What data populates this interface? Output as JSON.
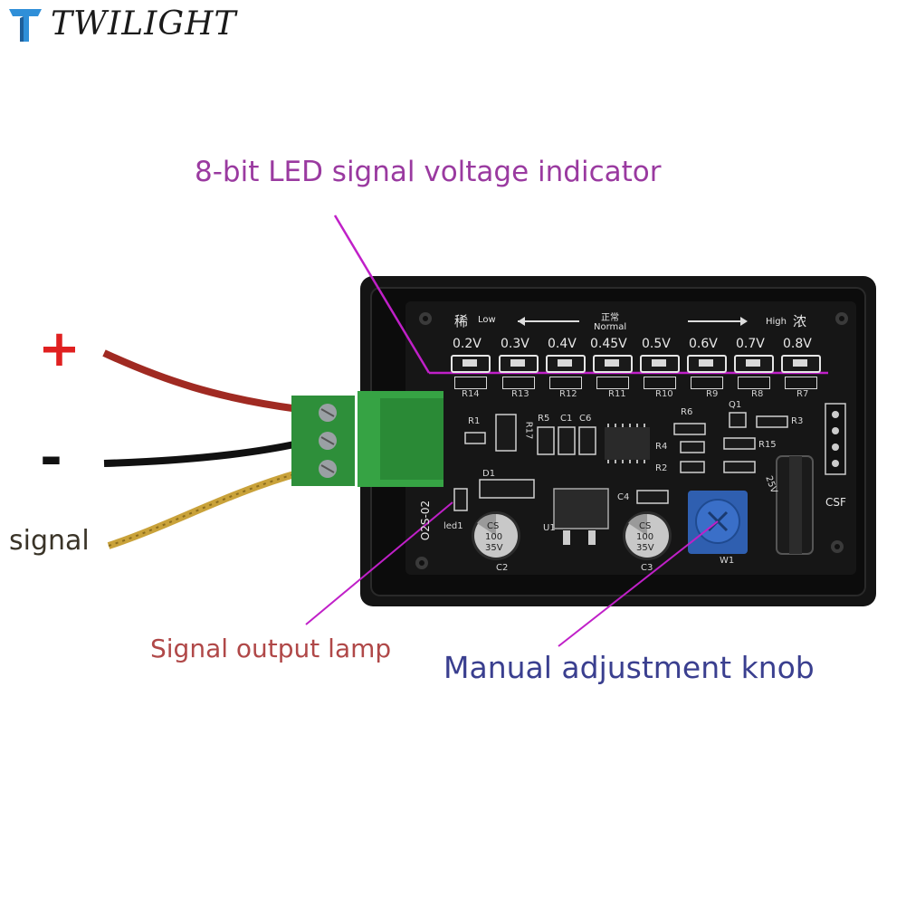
{
  "brand": {
    "name": "TWILIGHT",
    "logo_icon": "letter-t-logo-icon"
  },
  "callouts": {
    "led_indicator": "8-bit LED signal voltage indicator",
    "output_lamp": "Signal output lamp",
    "adjust_knob": "Manual adjustment knob"
  },
  "wires": {
    "plus": "+",
    "minus": "-",
    "signal": "signal"
  },
  "pcb": {
    "low_cn": "稀",
    "low": "Low",
    "normal_cn": "正常",
    "normal": "Normal",
    "high": "High",
    "high_cn": "浓",
    "voltages": [
      "0.2V",
      "0.3V",
      "0.4V",
      "0.45V",
      "0.5V",
      "0.6V",
      "0.7V",
      "0.8V"
    ],
    "resistors": [
      "R14",
      "R13",
      "R12",
      "R11",
      "R10",
      "R9",
      "R8",
      "R7"
    ],
    "board_id": "O2S-02",
    "led_label": "led1",
    "cap_left": {
      "brand": "CS",
      "value": "100",
      "volt": "35V",
      "ref": "C2"
    },
    "cap_right": {
      "brand": "CS",
      "value": "100",
      "volt": "35V",
      "ref": "C3"
    },
    "u1": "U1",
    "d1": "D1",
    "w1": "W1",
    "csf": "CSF",
    "parts": [
      "R1",
      "R5",
      "C1",
      "C6",
      "R6",
      "Q1",
      "R3",
      "R4",
      "R15",
      "R2",
      "C4",
      "R17"
    ],
    "cap_side": "25V"
  },
  "colors": {
    "led_callout": "#9a3aa0",
    "lamp_callout": "#b04848",
    "knob_callout": "#3a3f8f",
    "plus": "#e02020",
    "wire_red": "#a02a22",
    "wire_black": "#111111",
    "wire_signal": "#c9a23a",
    "terminal_green": "#2e8f3a",
    "knob_blue": "#2f5fb0"
  }
}
